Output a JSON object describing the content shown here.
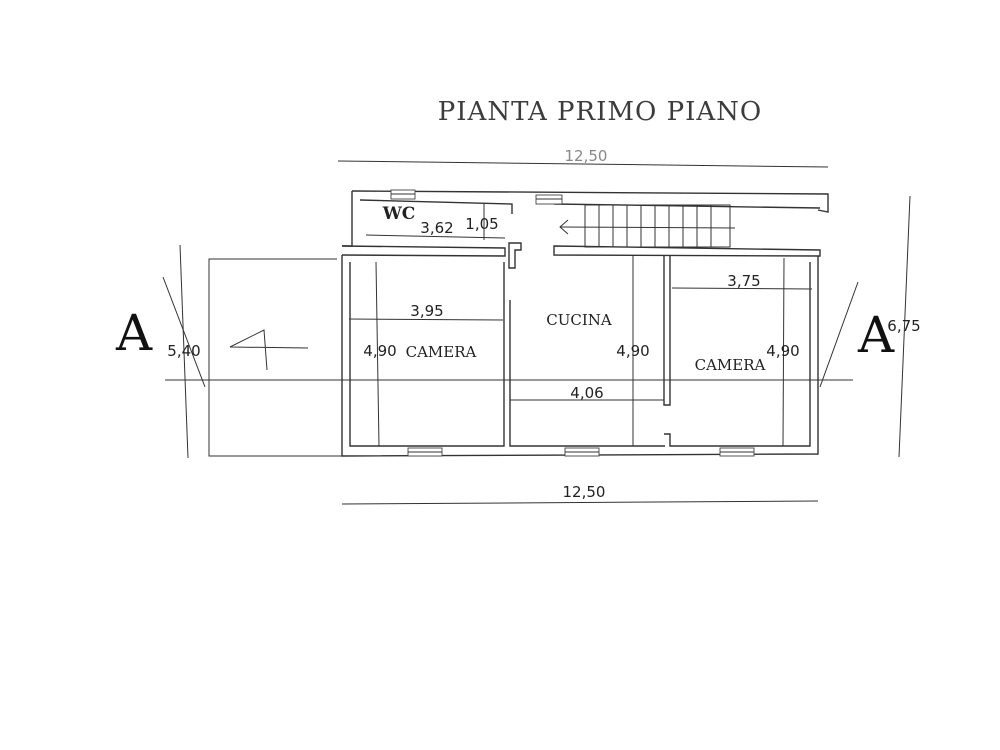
{
  "title": "PIANTA PRIMO PIANO",
  "section_marks": {
    "left": "A",
    "right": "A"
  },
  "dimensions": {
    "top_total": "12,50",
    "bottom_total": "12,50",
    "left_height": "5,40",
    "right_height": "6,75",
    "wc_width": "3,62",
    "wc_depth": "1,05",
    "left_room_width": "3,95",
    "left_room_depth": "4,90",
    "kitchen_depth": "4,90",
    "kitchen_width": "4,06",
    "right_room_width": "3,75",
    "right_room_depth": "4,90"
  },
  "rooms": {
    "wc": "WC",
    "left_bedroom": "CAMERA",
    "kitchen": "CUCINA",
    "right_bedroom": "CAMERA"
  }
}
